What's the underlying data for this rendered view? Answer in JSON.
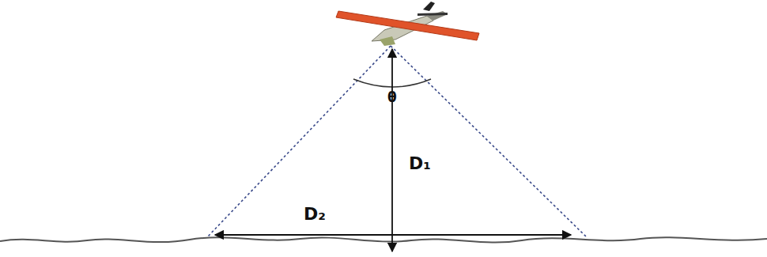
{
  "diagram": {
    "labels": [
      "θ",
      "D₁",
      "D₂"
    ]
  }
}
